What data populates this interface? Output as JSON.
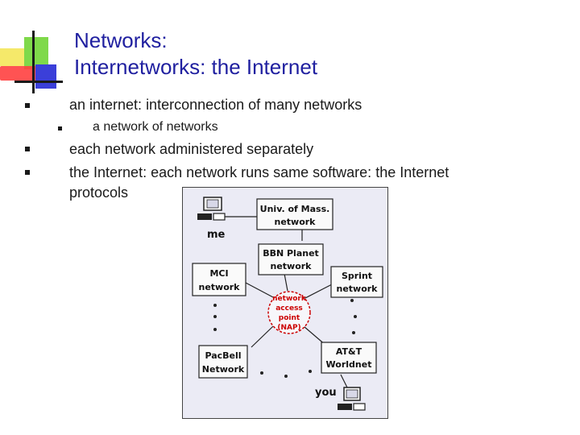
{
  "title": {
    "line1": "Networks:",
    "line2": "Internetworks: the Internet"
  },
  "bullets": [
    {
      "text": "an internet: interconnection of many networks"
    },
    {
      "text": "a network of networks"
    },
    {
      "text": "each network administered separately"
    },
    {
      "text": "the Internet: each network runs same software: the Internet"
    },
    {
      "text": "protocols"
    }
  ],
  "figure": {
    "univ_line1": "Univ. of Mass.",
    "univ_line2": "network",
    "me": "me",
    "bbn_line1": "BBN Planet",
    "bbn_line2": "network",
    "mci_line1": "MCI",
    "mci_line2": "network",
    "sprint_line1": "Sprint",
    "sprint_line2": "network",
    "nap_line1": "network",
    "nap_line2": "access",
    "nap_line3": "point",
    "nap_line4": "(NAP)",
    "pacbell_line1": "PacBell",
    "pacbell_line2": "Network",
    "att_line1": "AT&T",
    "att_line2": "Worldnet",
    "you": "you"
  },
  "colors": {
    "title": "#2020a0",
    "nap_text": "#cc0000",
    "figure_bg": "#ebebf5"
  }
}
